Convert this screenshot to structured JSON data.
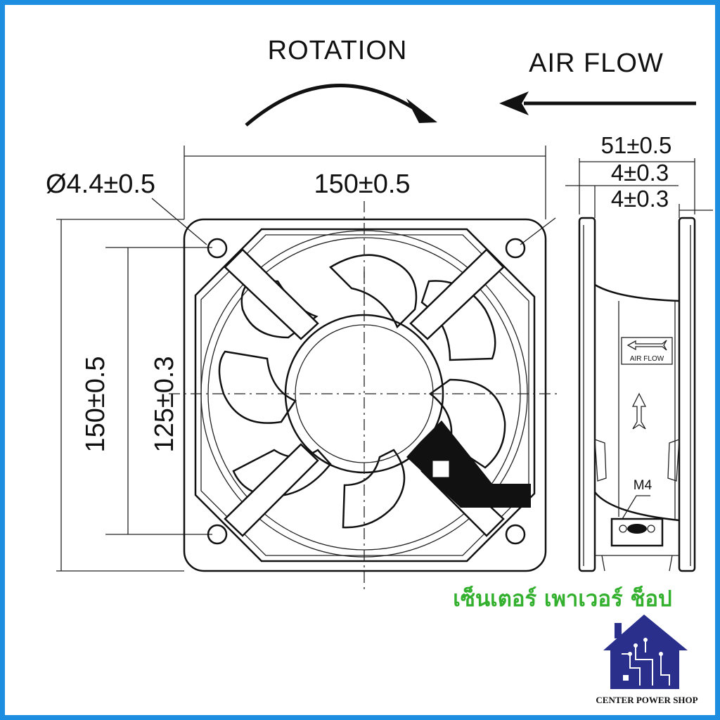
{
  "labels": {
    "rotation": "ROTATION",
    "air_flow": "AIR FLOW",
    "side_air_flow": "AIR FLOW",
    "m4": "M4"
  },
  "dimensions": {
    "hole": "Ø4.4±0.5",
    "width": "150±0.5",
    "height": "150±0.5",
    "hole_spacing": "125±0.3",
    "depth": "51±0.5",
    "flange_top": "4±0.3",
    "flange_bottom": "4±0.3"
  },
  "shop": {
    "thai_name": "เซ็นเตอร์ เพาเวอร์ ช็อป",
    "brand_name": "CENTER POWER SHOP"
  },
  "colors": {
    "frame_border": "#1e8fe0",
    "thai_text": "#33b02e",
    "logo_blue": "#2b2f8c"
  }
}
